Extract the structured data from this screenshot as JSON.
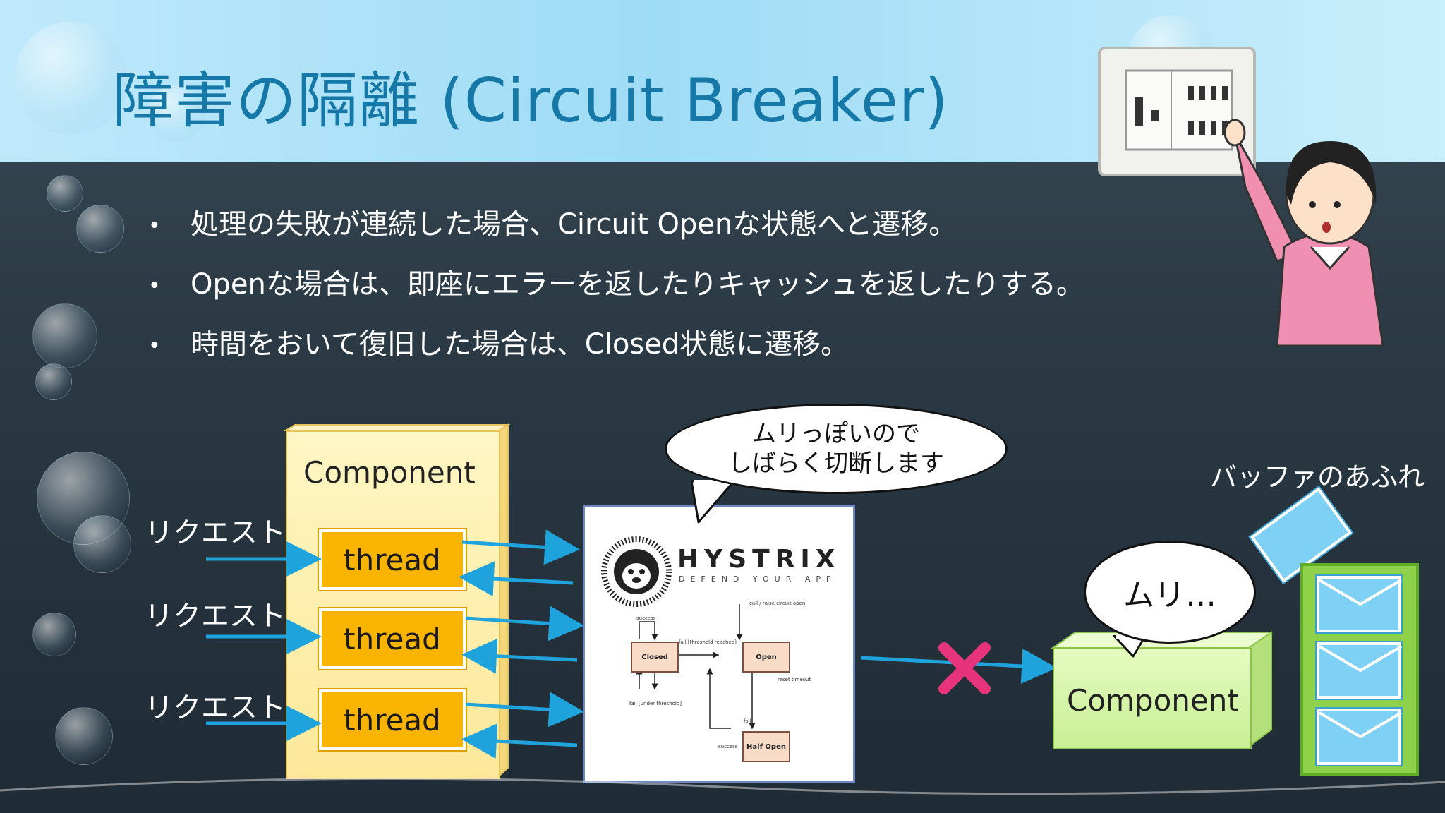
{
  "slide": {
    "title": "障害の隔離 (Circuit Breaker)",
    "bullets": [
      "処理の失敗が連続した場合、Circuit Openな状態へと遷移。",
      "Openな場合は、即座にエラーを返したりキャッシュを返したりする。",
      "時間をおいて復旧した場合は、Closed状態に遷移。"
    ],
    "bullet_marker": "•"
  },
  "diagram": {
    "component_label": "Component",
    "threads": [
      "thread",
      "thread",
      "thread"
    ],
    "requests": [
      "リクエスト",
      "リクエスト",
      "リクエスト"
    ],
    "hystrix": {
      "logo_text": "HYSTRIX",
      "tagline": "DEFEND YOUR APP",
      "states": {
        "closed": "Closed",
        "open": "Open",
        "half_open": "Half Open"
      },
      "transitions": {
        "success_top": "success",
        "fail_threshold_reached": "fail [threshold reached]",
        "fail_under_threshold": "fail [under threshold]",
        "call_raise": "call / raise circuit open",
        "reset_timeout": "reset timeout",
        "fail": "fail",
        "success_bottom": "success"
      }
    },
    "speech_hystrix": [
      "ムリっぽいので",
      "しばらく切断します"
    ],
    "speech_component": "ムリ…",
    "target_component_label": "Component",
    "overflow_label": "バッファのあふれ",
    "blocked_icon": "x-mark-icon",
    "colors": {
      "title": "#1678a6",
      "thread_fill": "#f8b400",
      "arrow": "#1fa3dc",
      "x_mark": "#e6337a",
      "mailbox": "#8ed14a"
    }
  }
}
